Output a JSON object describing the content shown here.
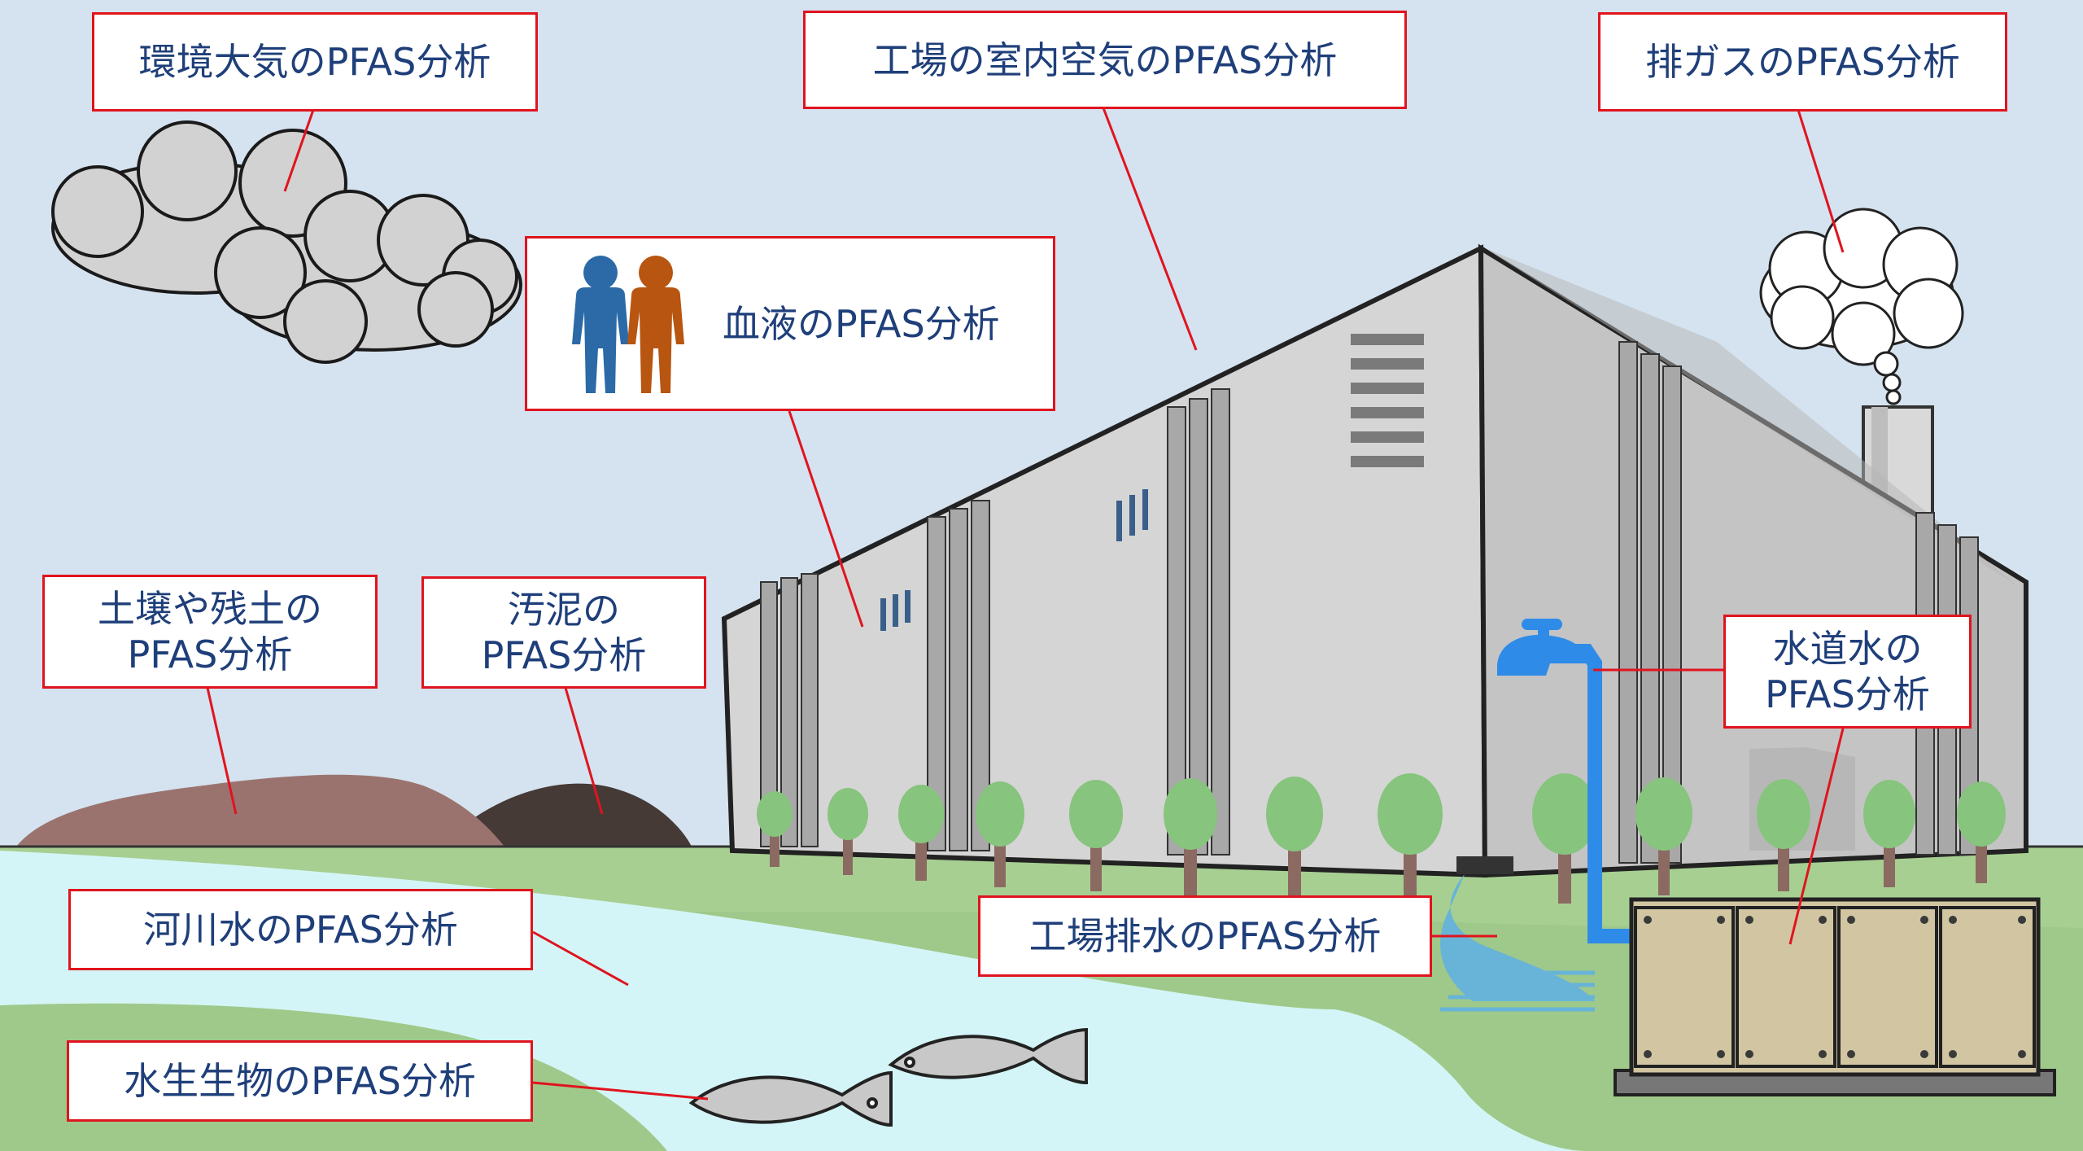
{
  "labels": {
    "ambient_air": "環境大気のPFAS分析",
    "indoor_air": "工場の室内空気のPFAS分析",
    "exhaust_gas": "排ガスのPFAS分析",
    "blood": "血液のPFAS分析",
    "soil": "土壌や残土の\nPFAS分析",
    "sludge": "汚泥の\nPFAS分析",
    "tap_water": "水道水の\nPFAS分析",
    "river_water": "河川水のPFAS分析",
    "factory_wastewater": "工場排水のPFAS分析",
    "aquatic_life": "水生生物のPFAS分析"
  },
  "colors": {
    "label_border": "#e0141e",
    "label_text": "#1f3f7a",
    "sky": "#d5e2ef",
    "grass": "#9fc98a",
    "river": "#d4f5f7",
    "soil": "#9a736f",
    "sludge": "#453a36",
    "person_blue": "#2b6aa6",
    "person_orange": "#b85510",
    "tap": "#2f8be8",
    "tank": "#d2c6a2"
  }
}
